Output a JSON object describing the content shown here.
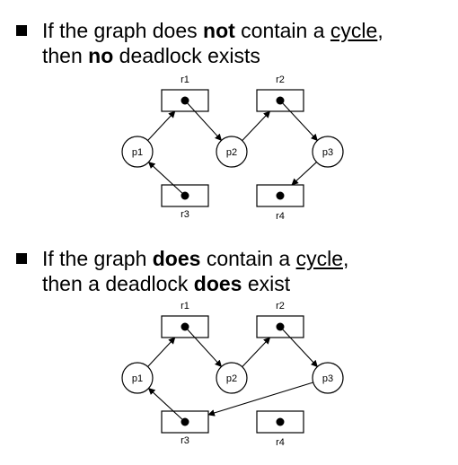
{
  "statements": [
    {
      "line1": {
        "pre": "If the graph does ",
        "bold": "not",
        "mid": " contain a ",
        "underlined": "cycle",
        "post": ","
      },
      "line2": {
        "pre": "then ",
        "bold": "no",
        "post": " deadlock exists"
      }
    },
    {
      "line1": {
        "pre": "If the graph ",
        "bold": "does",
        "mid": " contain a ",
        "underlined": "cycle",
        "post": ","
      },
      "line2": {
        "pre": "then a deadlock ",
        "bold": "does",
        "post": " exist"
      }
    }
  ],
  "graph_labels": {
    "resources": [
      "r1",
      "r2",
      "r3",
      "r4"
    ],
    "processes": [
      "p1",
      "p2",
      "p3"
    ]
  },
  "graphs": [
    {
      "edges": [
        {
          "from": "p1",
          "to": "r1"
        },
        {
          "from": "r1",
          "to": "p2"
        },
        {
          "from": "p2",
          "to": "r2"
        },
        {
          "from": "r2",
          "to": "p3"
        },
        {
          "from": "p3",
          "to": "r4"
        },
        {
          "from": "r3",
          "to": "p1"
        }
      ]
    },
    {
      "edges": [
        {
          "from": "p1",
          "to": "r1"
        },
        {
          "from": "r1",
          "to": "p2"
        },
        {
          "from": "p2",
          "to": "r2"
        },
        {
          "from": "r2",
          "to": "p3"
        },
        {
          "from": "p3",
          "to": "r3"
        },
        {
          "from": "r3",
          "to": "p1"
        }
      ]
    }
  ],
  "colors": {
    "ink": "#000000",
    "background": "#ffffff"
  }
}
